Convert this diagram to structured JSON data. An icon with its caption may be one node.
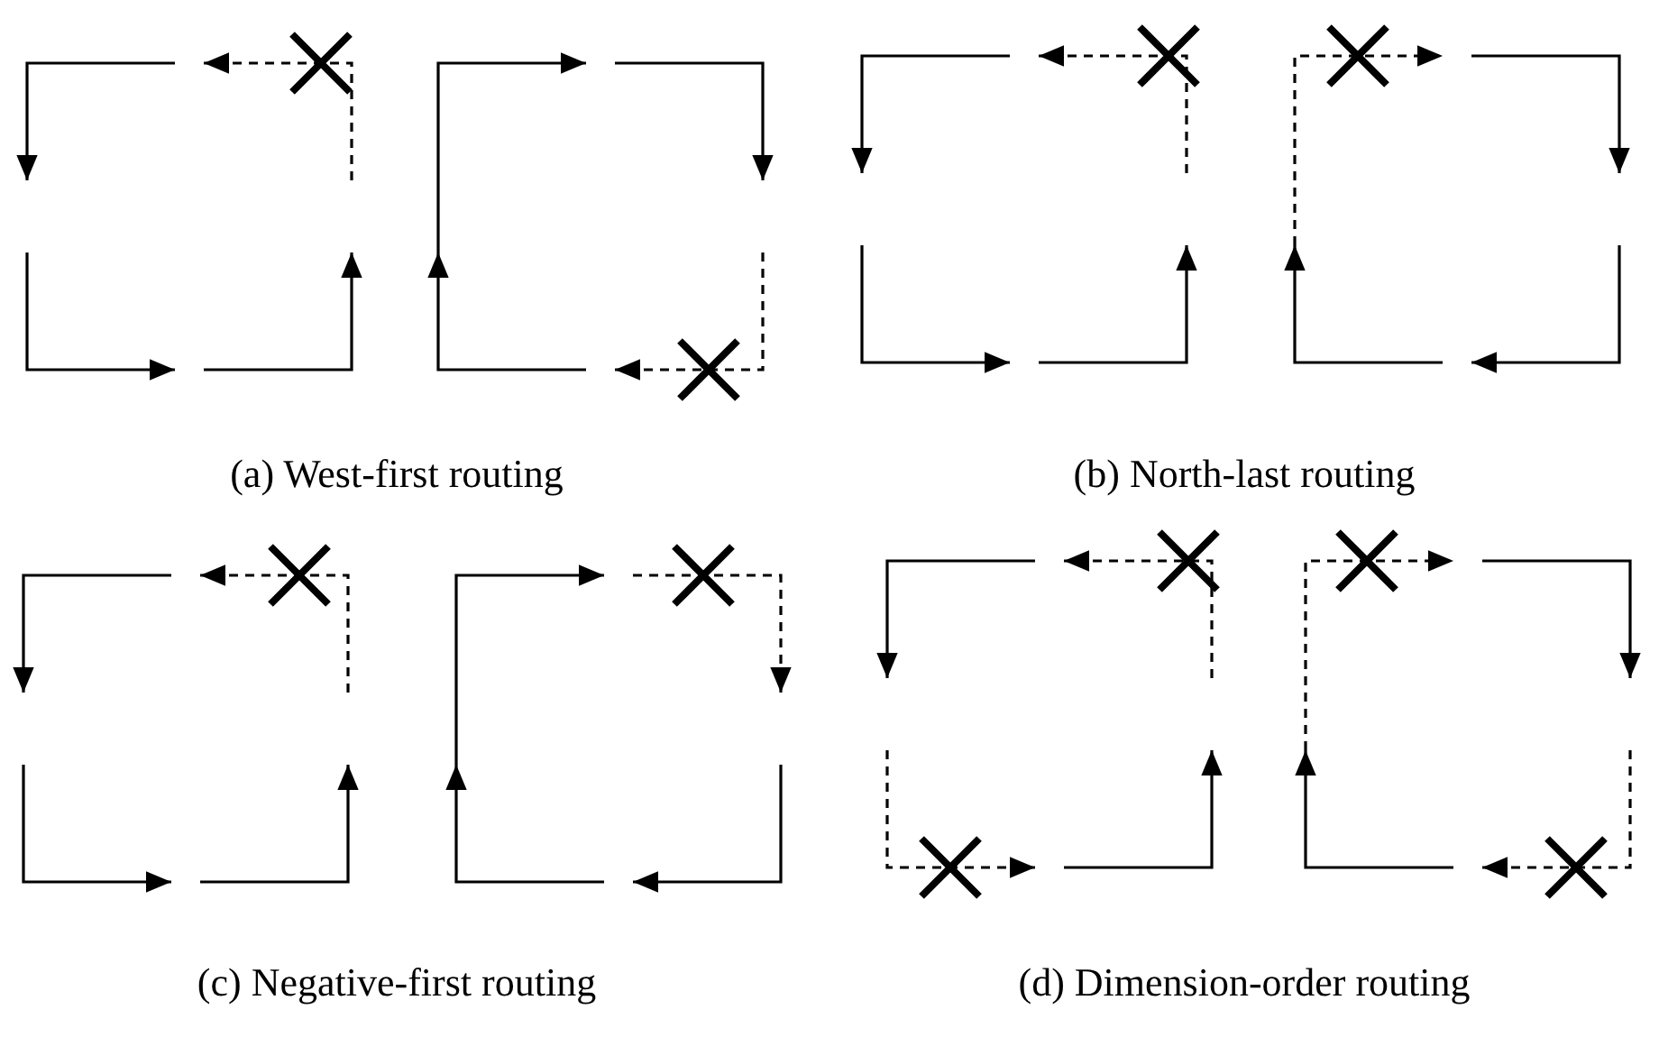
{
  "diagram": {
    "labels": [
      "(a) West-first routing",
      "(b) North-last routing",
      "(c) Negative-first routing",
      "(d) Dimension-order routing"
    ]
  }
}
